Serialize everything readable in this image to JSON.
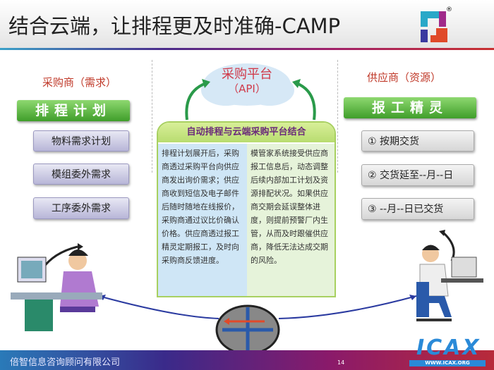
{
  "header": {
    "title": "结合云端，让排程更及时准确-CAMP"
  },
  "buyer": {
    "heading": "采购商（需求）",
    "bar": "排程计划",
    "items": [
      "物料需求计划",
      "模组委外需求",
      "工序委外需求"
    ]
  },
  "platform": {
    "line1": "采购平台",
    "line2": "（API）"
  },
  "supplier": {
    "heading": "供应商（资源）",
    "bar": "报工精灵",
    "items": [
      "① 按期交货",
      "② 交货延至--月--日",
      "③ --月--日已交货"
    ]
  },
  "panel": {
    "title": "自动排程与云端采购平台结合",
    "left": "排程计划展开后，采购商透过采购平台向供应商发出询价需求；供应商收到短信及电子邮件后随时随地在线报价，采购商通过议比价确认价格。供应商透过报工精灵定期报工，及时向采购商反馈进度。",
    "right": "模管家系统接受供应商报工信息后，动态调整后续内部加工计划及资源排配状况。如果供应商交期会延误整体进度，则提前预警厂内生管，从而及时跟催供应商，降低无法达成交期的风险。"
  },
  "footer": {
    "company": "倍智信息咨询顾问有限公司",
    "page": "14",
    "brand": "ICAX",
    "url": "WWW.ICAX.ORG"
  }
}
